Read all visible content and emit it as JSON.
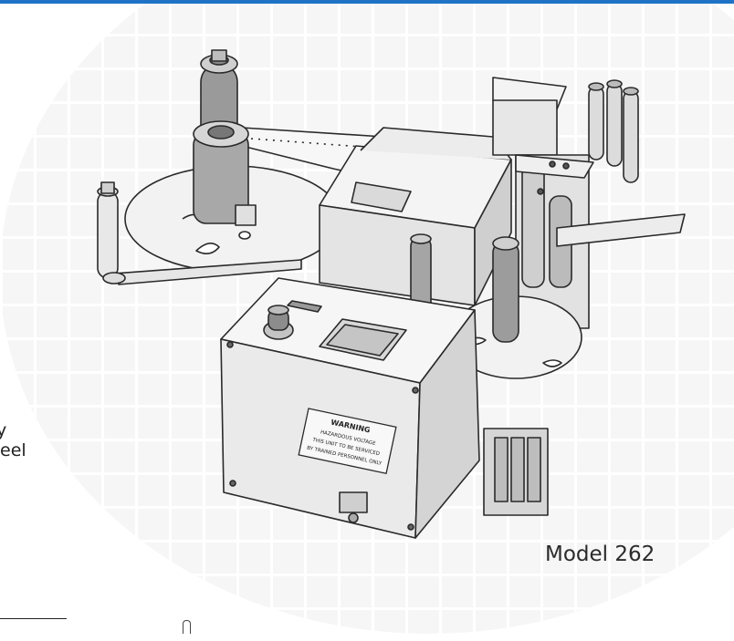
{
  "side_text": {
    "line1": "y",
    "line2": "eel"
  },
  "model_label": "Model 262",
  "warning_plate": {
    "line1": "WARNING",
    "line2": "HAZARDOUS VOLTAGE",
    "line3": "THIS UNIT TO BE SERVICED",
    "line4": "BY TRAINED PERSONNEL ONLY"
  },
  "colors": {
    "accent_bar": "#1f73c6",
    "grid_line": "#e8e8e8",
    "machine_body": "#efefef",
    "outline": "#2a2a2a"
  },
  "icons": {
    "bottom_glyph": "arch-glyph-icon"
  }
}
